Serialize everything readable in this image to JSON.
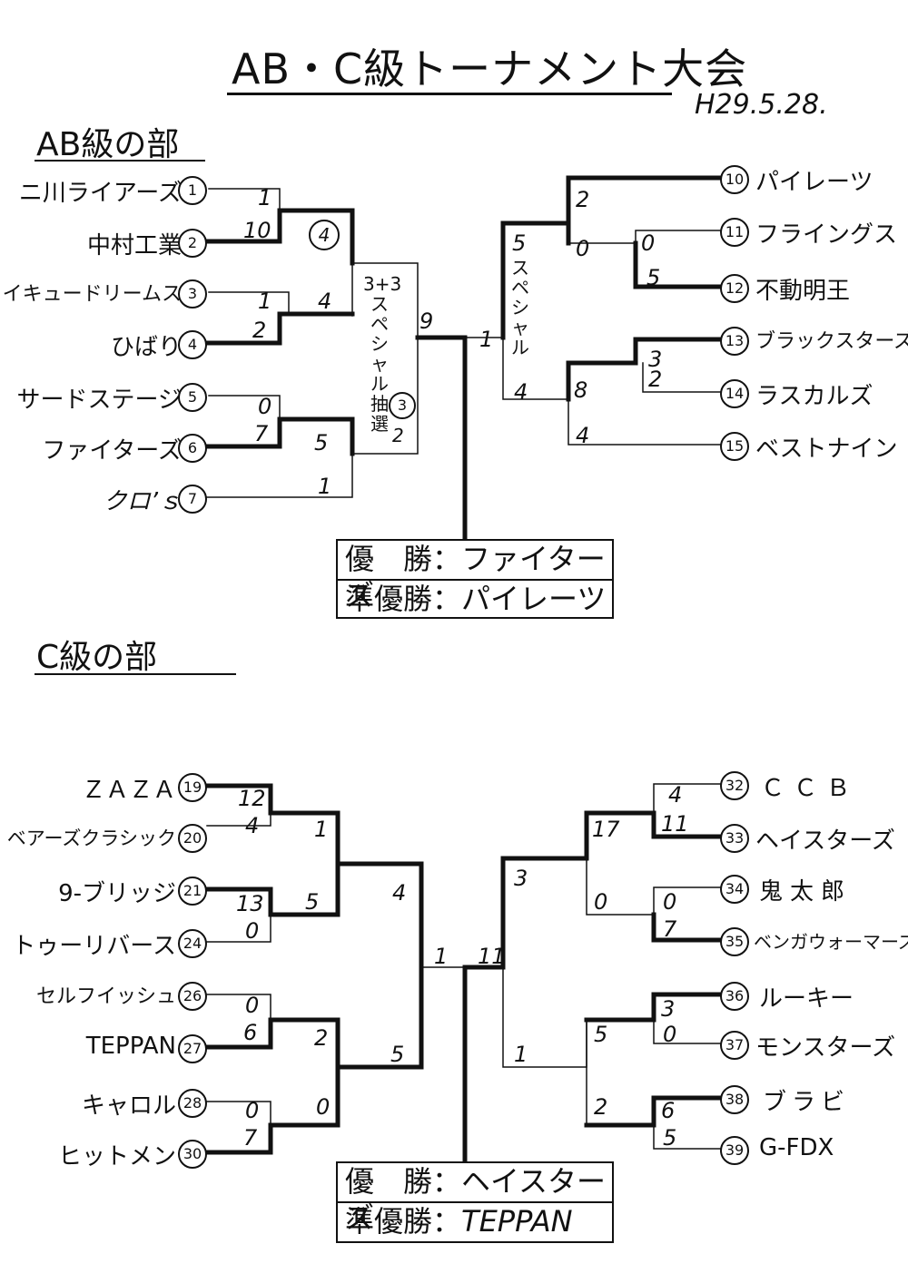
{
  "header": {
    "title": "AB・C級トーナメント大会",
    "date": "H29.5.28."
  },
  "ab": {
    "heading": "AB級の部",
    "left_teams": [
      {
        "name": "ニ川ライアーズ",
        "seed": "1"
      },
      {
        "name": "中村工業",
        "seed": "2"
      },
      {
        "name": "メイキュードリームス",
        "seed": "3"
      },
      {
        "name": "ひばり",
        "seed": "4"
      },
      {
        "name": "サードステージ",
        "seed": "5"
      },
      {
        "name": "ファイターズ",
        "seed": "6"
      },
      {
        "name": "クロ’ｓ",
        "seed": "7"
      }
    ],
    "right_teams": [
      {
        "name": "パイレーツ",
        "seed": "10"
      },
      {
        "name": "フライングス",
        "seed": "11"
      },
      {
        "name": "不動明王",
        "seed": "12"
      },
      {
        "name": "ブラックスターズ",
        "seed": "13"
      },
      {
        "name": "ラスカルズ",
        "seed": "14"
      },
      {
        "name": "ベストナイン",
        "seed": "15"
      }
    ],
    "scores": {
      "s1": "1",
      "s2": "10",
      "s3": "1",
      "s4": "2",
      "s5": "0",
      "s6": "7",
      "s7": "4",
      "s8": "4",
      "s9": "5",
      "s10": "1",
      "s11": "9",
      "s12": "1",
      "s13": "2",
      "s14": "0",
      "s15": "0",
      "s16": "5",
      "s17": "3",
      "s18": "2",
      "s19": "8",
      "s20": "4",
      "s21": "5",
      "s22": "4",
      "s23": "3",
      "s24": "2"
    },
    "notes": {
      "left_special": "3+3スペシャル抽選",
      "right_special": "スペシャル"
    },
    "result": {
      "winner_label": "優　勝：",
      "winner": "ファイターズ",
      "runner_label": "準優勝：",
      "runner": "パイレーツ"
    }
  },
  "c": {
    "heading": "C級の部",
    "left_teams": [
      {
        "name": "ＺＡＺＡ",
        "seed": "19"
      },
      {
        "name": "ベアーズクラシック",
        "seed": "20"
      },
      {
        "name": "9-ブリッジ",
        "seed": "21"
      },
      {
        "name": "トゥーリバース",
        "seed": "24"
      },
      {
        "name": "セルフイッシュ",
        "seed": "26"
      },
      {
        "name": "TEPPAN",
        "seed": "27"
      },
      {
        "name": "キャロル",
        "seed": "28"
      },
      {
        "name": "ヒットメン",
        "seed": "30"
      }
    ],
    "right_teams": [
      {
        "name": "ＣＣＢ",
        "seed": "32"
      },
      {
        "name": "ヘイスターズ",
        "seed": "33"
      },
      {
        "name": "鬼太郎",
        "seed": "34"
      },
      {
        "name": "ベンガウォーマーズ",
        "seed": "35"
      },
      {
        "name": "ルーキー",
        "seed": "36"
      },
      {
        "name": "モンスターズ",
        "seed": "37"
      },
      {
        "name": "ブラビ",
        "seed": "38"
      },
      {
        "name": "G-FDX",
        "seed": "39"
      }
    ],
    "scores": {
      "s1": "12",
      "s2": "4",
      "s3": "13",
      "s4": "0",
      "s5": "0",
      "s6": "6",
      "s7": "0",
      "s8": "7",
      "s9": "1",
      "s10": "5",
      "s11": "2",
      "s12": "0",
      "s13": "4",
      "s14": "5",
      "s15": "1",
      "s16": "11",
      "s17": "4",
      "s18": "11",
      "s19": "0",
      "s20": "7",
      "s21": "3",
      "s22": "0",
      "s23": "6",
      "s24": "5",
      "s25": "17",
      "s26": "0",
      "s27": "5",
      "s28": "2",
      "s29": "3",
      "s30": "1"
    },
    "result": {
      "winner_label": "優　勝：",
      "winner": "ヘイスターズ",
      "runner_label": "準優勝：",
      "runner": "TEPPAN"
    }
  }
}
